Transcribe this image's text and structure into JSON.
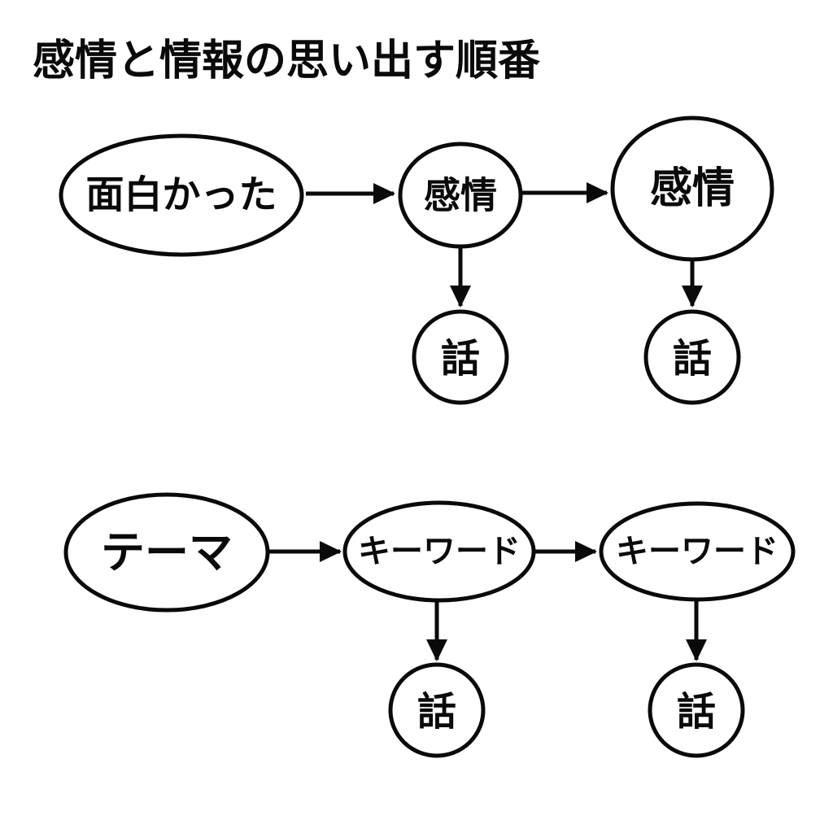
{
  "title": "感情と情報の思い出す順番",
  "colors": {
    "background": "#ffffff",
    "stroke": "#0a0a0a",
    "text": "#0a0a0a"
  },
  "diagram": {
    "top_flow": {
      "nodes": {
        "funny": {
          "label": "面白かった"
        },
        "emotion_small": {
          "label": "感情"
        },
        "emotion_large": {
          "label": "感情"
        },
        "story_mid": {
          "label": "話"
        },
        "story_right": {
          "label": "話"
        }
      },
      "edges": [
        {
          "from": "面白かった",
          "to": "感情"
        },
        {
          "from": "感情",
          "to": "感情"
        },
        {
          "from": "感情 (small)",
          "to": "話"
        },
        {
          "from": "感情 (large)",
          "to": "話"
        }
      ]
    },
    "bottom_flow": {
      "nodes": {
        "theme": {
          "label": "テーマ"
        },
        "keyword_mid": {
          "label": "キーワード"
        },
        "keyword_right": {
          "label": "キーワード"
        },
        "story_mid": {
          "label": "話"
        },
        "story_right": {
          "label": "話"
        }
      },
      "edges": [
        {
          "from": "テーマ",
          "to": "キーワード"
        },
        {
          "from": "キーワード",
          "to": "キーワード"
        },
        {
          "from": "キーワード (mid)",
          "to": "話"
        },
        {
          "from": "キーワード (right)",
          "to": "話"
        }
      ]
    }
  }
}
